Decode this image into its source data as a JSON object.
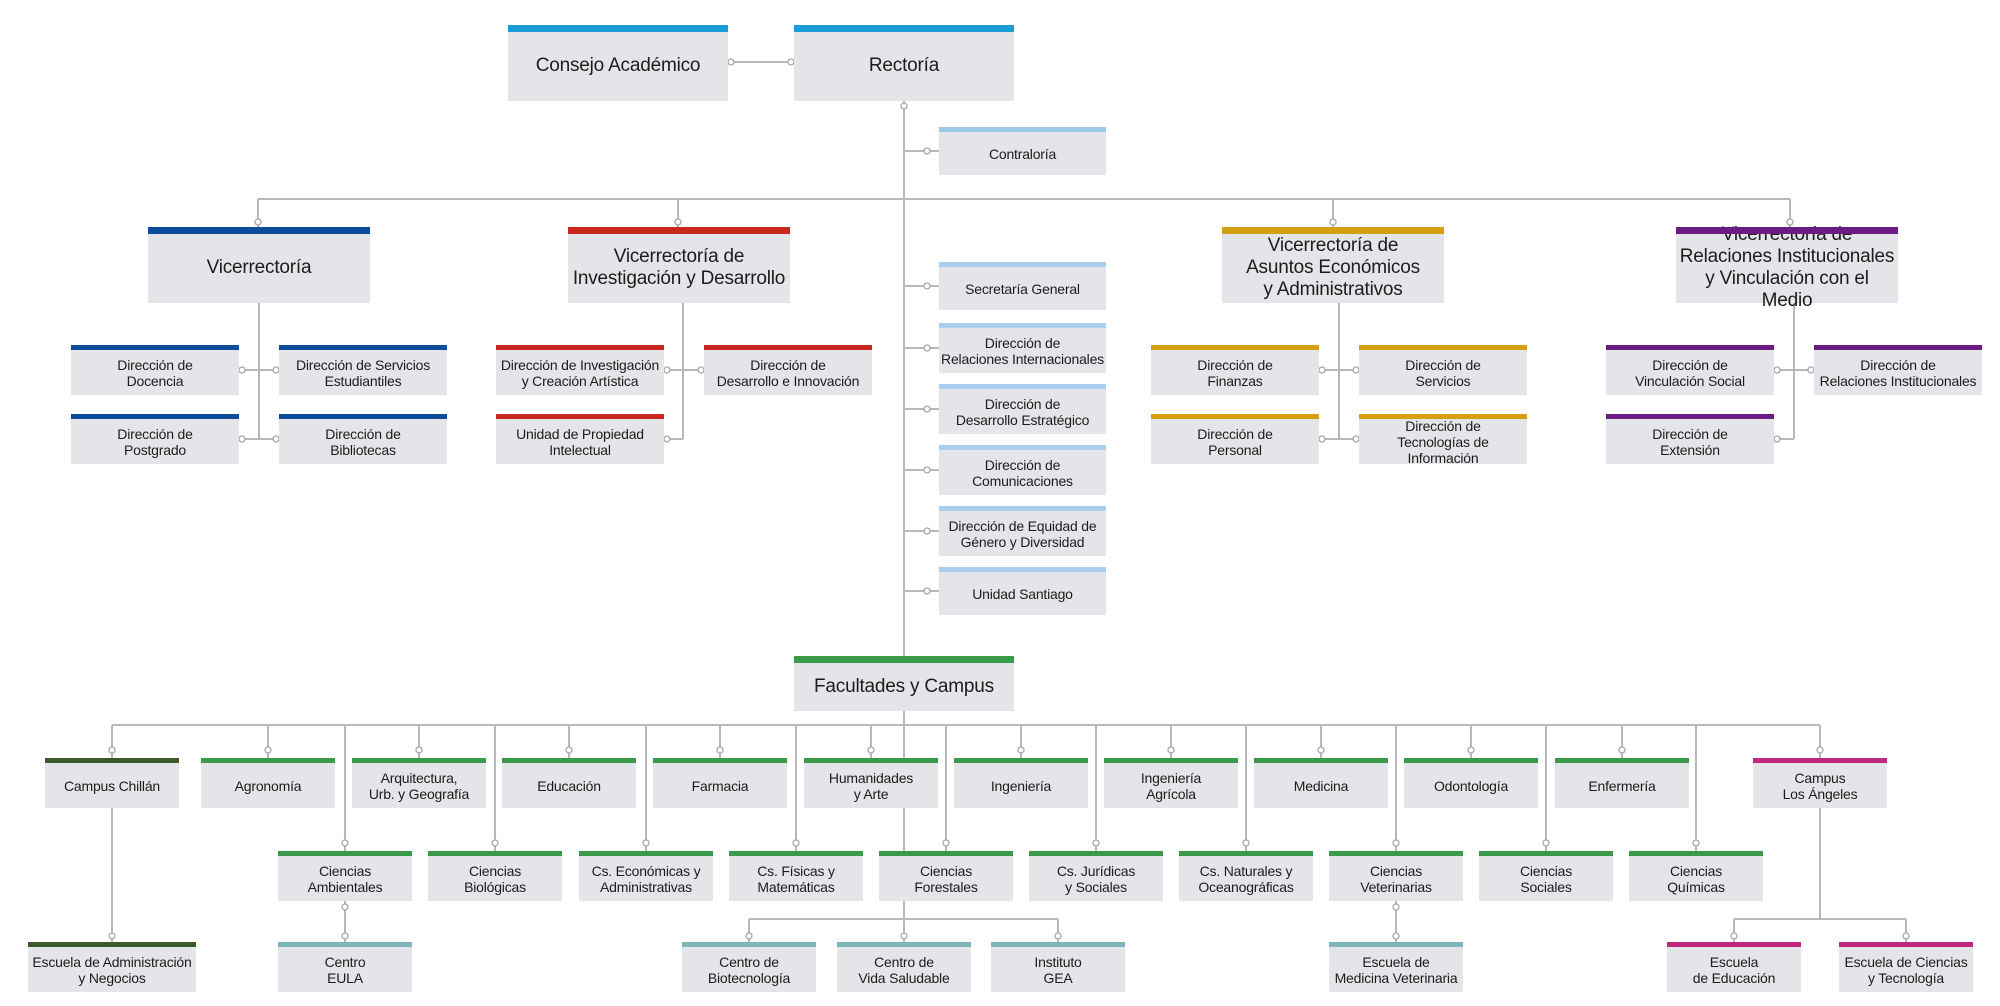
{
  "colors": {
    "top": "#1a9ad7",
    "contraloria": "#9ec9e8",
    "vicerrectoria": "#0a4c9a",
    "investigacion": "#c8281e",
    "economicos": "#d4a012",
    "relaciones": "#6b1c82",
    "secretaria": "#a8d0ee",
    "facultades": "#3a9a4a",
    "chillan": "#3a5a2a",
    "angeles": "#c0277e",
    "centros": "#7fb6b9"
  },
  "nodes": {
    "consejo": "Consejo Académico",
    "rectoria": "Rectoría",
    "contraloria": "Contraloría",
    "vicerrectoria": "Vicerrectoría",
    "vri": "Vicerrectoría de\nInvestigación y Desarrollo",
    "vrae": "Vicerrectoría de\nAsuntos Económicos\ny Administrativos",
    "vrrivm": "Vicerrectoría de\nRelaciones Institucionales\ny Vinculación con el Medio",
    "dir_docencia": "Dirección de\nDocencia",
    "dir_servicios_est": "Dirección de Servicios\nEstudiantiles",
    "dir_postgrado": "Dirección de\nPostgrado",
    "dir_bibliotecas": "Dirección de\nBibliotecas",
    "dir_inv_creacion": "Dirección de Investigación\ny Creación Artística",
    "dir_des_innov": "Dirección de\nDesarrollo e Innovación",
    "unidad_prop_int": "Unidad de Propiedad\nIntelectual",
    "dir_finanzas": "Dirección de\nFinanzas",
    "dir_servicios": "Dirección de\nServicios",
    "dir_personal": "Dirección de\nPersonal",
    "dir_tec_info": "Dirección de\nTecnologías de Información",
    "dir_vinc_social": "Dirección de\nVinculación Social",
    "dir_rel_inst": "Dirección de\nRelaciones Institucionales",
    "dir_extension": "Dirección de\nExtensión",
    "sec_general": "Secretaría General",
    "dir_rel_internac": "Dirección de\nRelaciones Internacionales",
    "dir_des_estrat": "Dirección de\nDesarrollo Estratégico",
    "dir_comunic": "Dirección de\nComunicaciones",
    "dir_equidad": "Dirección de Equidad de\nGénero y Diversidad",
    "unidad_santiago": "Unidad Santiago",
    "facultades": "Facultades y Campus",
    "campus_chillan": "Campus Chillán",
    "agronomia": "Agronomía",
    "arquitectura": "Arquitectura,\nUrb. y Geografía",
    "educacion": "Educación",
    "farmacia": "Farmacia",
    "humanidades": "Humanidades\ny Arte",
    "ingenieria": "Ingeniería",
    "ing_agricola": "Ingeniería\nAgrícola",
    "medicina": "Medicina",
    "odontologia": "Odontología",
    "enfermeria": "Enfermería",
    "campus_angeles": "Campus\nLos Ángeles",
    "cs_ambientales": "Ciencias\nAmbientales",
    "cs_biologicas": "Ciencias\nBiológicas",
    "cs_economicas": "Cs. Económicas y\nAdministrativas",
    "cs_fisicas": "Cs. Físicas y\nMatemáticas",
    "cs_forestales": "Ciencias\nForestales",
    "cs_juridicas": "Cs. Jurídicas\ny Sociales",
    "cs_naturales": "Cs. Naturales y\nOceanográficas",
    "cs_veterinarias": "Ciencias\nVeterinarias",
    "cs_sociales": "Ciencias\nSociales",
    "cs_quimicas": "Ciencias\nQuímicas",
    "esc_admin_neg": "Escuela de Administración\ny Negocios",
    "centro_eula": "Centro\nEULA",
    "centro_biotec": "Centro de\nBiotecnología",
    "centro_vida": "Centro de\nVida Saludable",
    "instituto_gea": "Instituto\nGEA",
    "esc_med_vet": "Escuela de\nMedicina Veterinaria",
    "esc_educacion": "Escuela\nde Educación",
    "esc_cs_tec": "Escuela de Ciencias\ny Tecnología"
  }
}
